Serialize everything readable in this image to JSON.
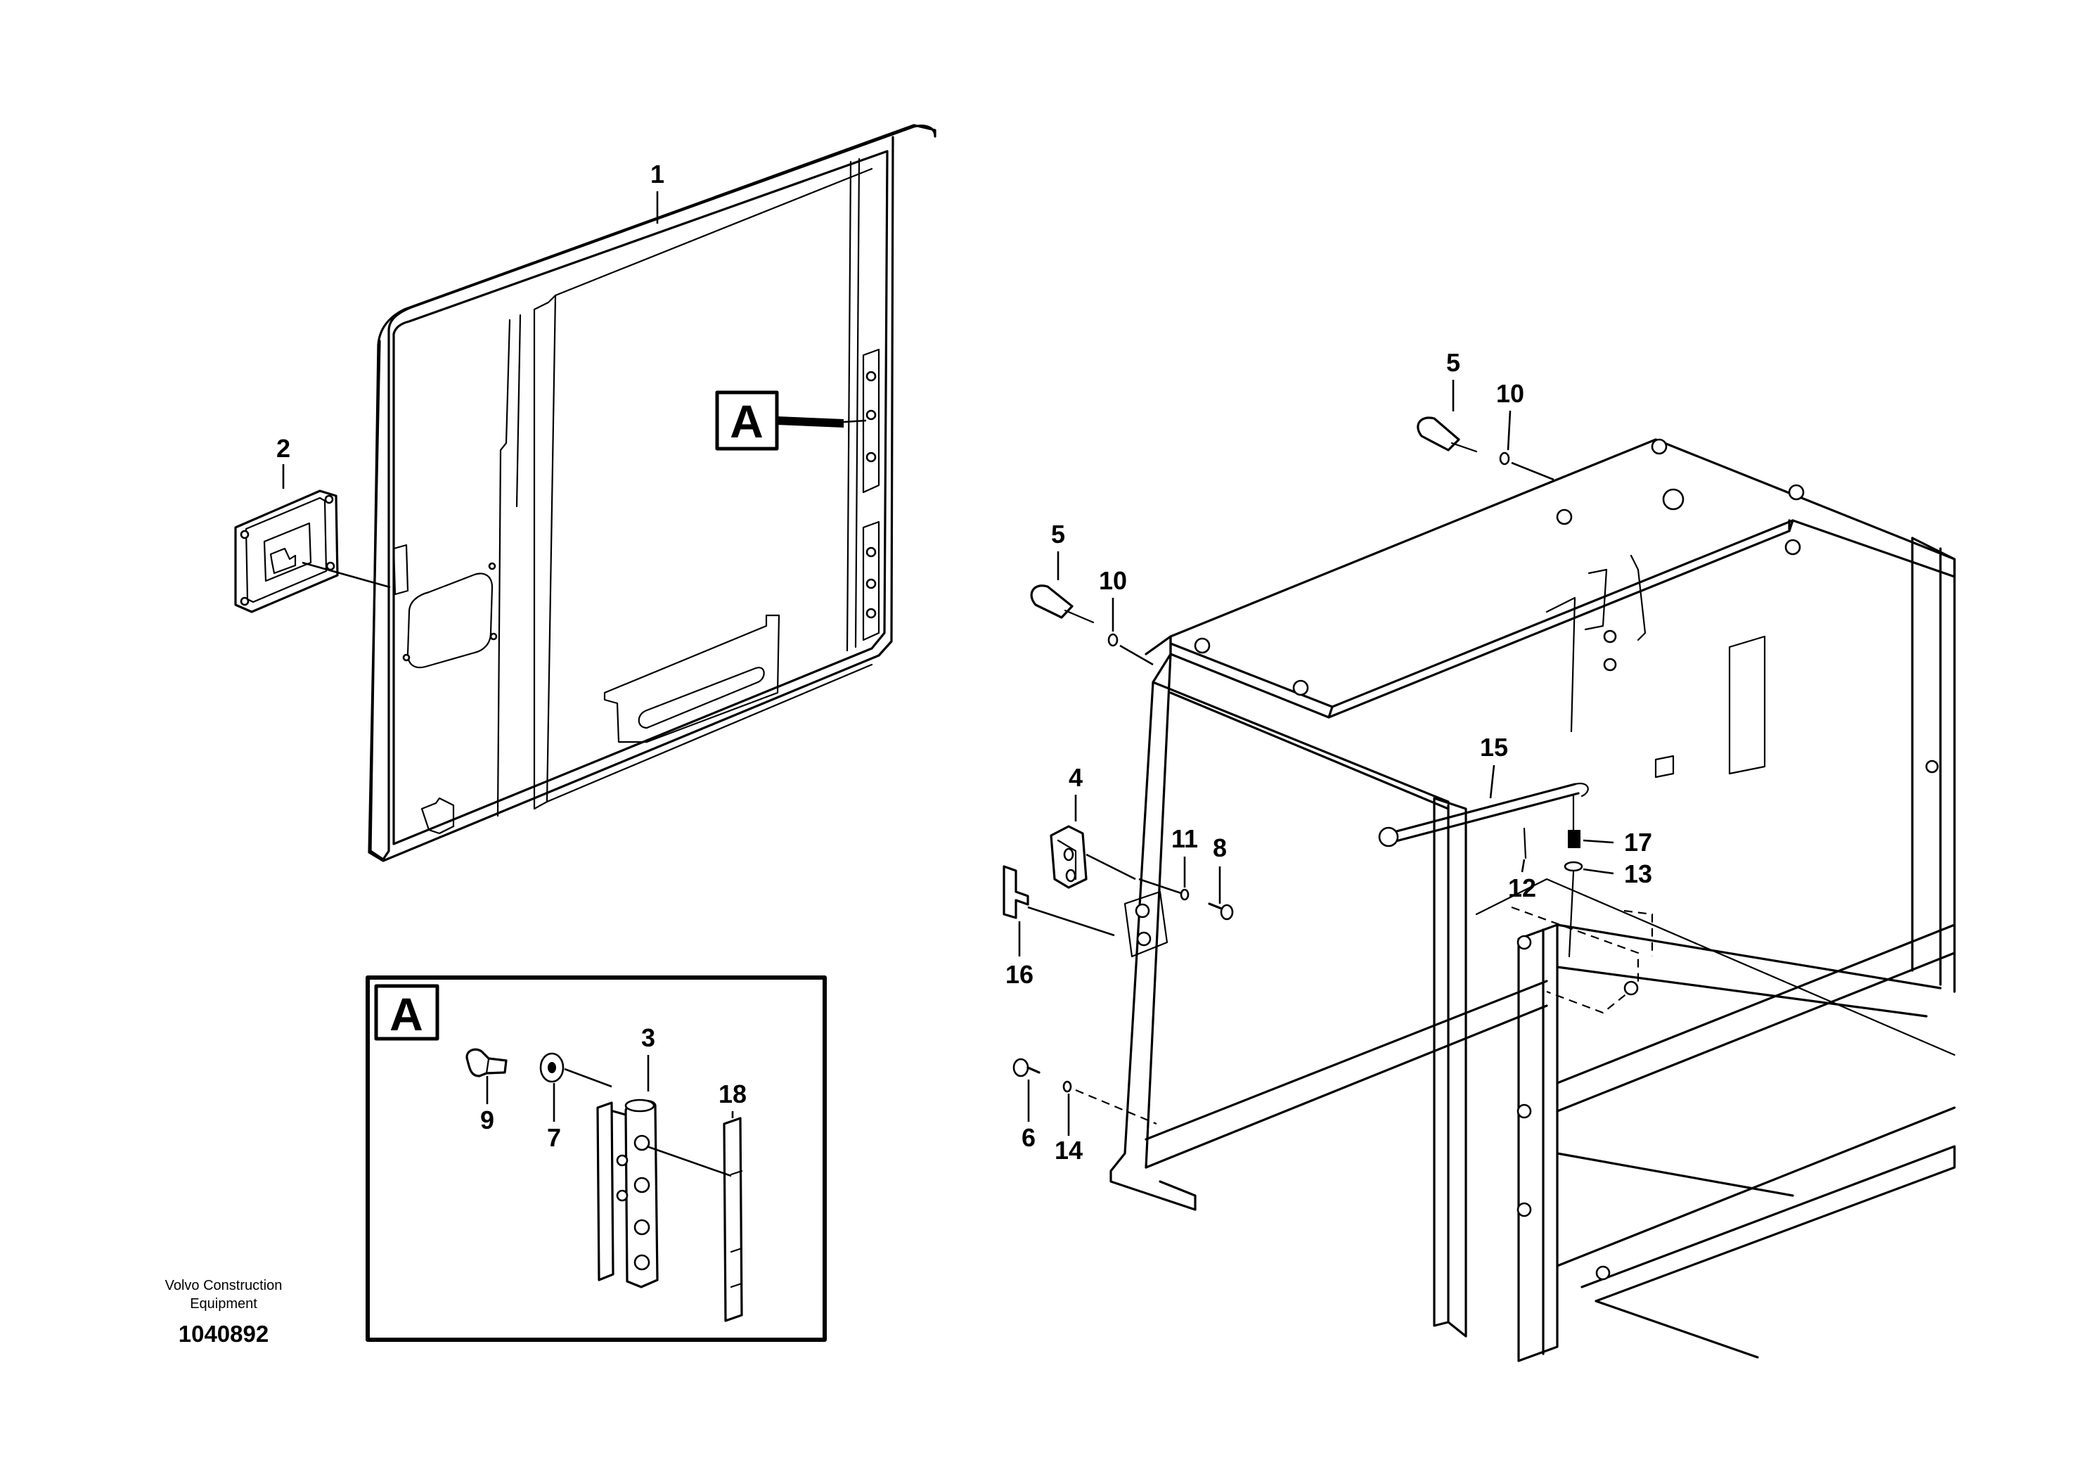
{
  "callouts": {
    "c1": "1",
    "c2": "2",
    "c3": "3",
    "c4": "4",
    "c5a": "5",
    "c5b": "5",
    "c6": "6",
    "c7": "7",
    "c8": "8",
    "c9": "9",
    "c10a": "10",
    "c10b": "10",
    "c11": "11",
    "c12": "12",
    "c13": "13",
    "c14": "14",
    "c15": "15",
    "c16": "16",
    "c17": "17",
    "c18": "18"
  },
  "detail_ref": {
    "marker_label": "A",
    "inset_label": "A"
  },
  "footer": {
    "company_line1": "Volvo Construction",
    "company_line2": "Equipment",
    "document_number": "1040892"
  }
}
